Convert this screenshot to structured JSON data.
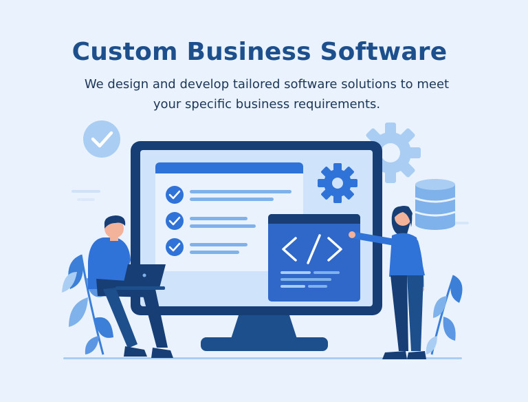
{
  "headline": {
    "title": "Custom Business Software",
    "subtitle_line1": "We design and develop tailored software solutions to meet",
    "subtitle_line2": "your specific business requirements."
  },
  "illustration": {
    "icons": [
      "check-circle-icon",
      "gear-icon",
      "database-icon",
      "code-icon",
      "laptop-icon",
      "leaf-icon"
    ],
    "colors": {
      "background": "#eaf3fd",
      "primary": "#1d4f8c",
      "accent": "#2f72d8",
      "light_accent": "#a9cdf3",
      "skin": "#f2b39a"
    }
  }
}
